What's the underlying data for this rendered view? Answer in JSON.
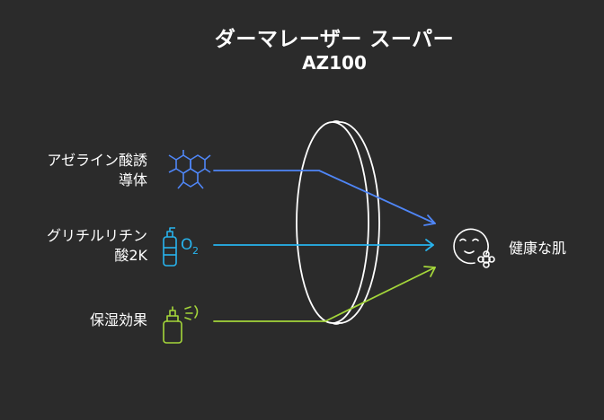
{
  "title": "ダーマレーザー スーパー",
  "subtitle": "AZ100",
  "inputs": [
    {
      "line1": "アゼライン酸誘",
      "line2": "導体",
      "icon": "molecule-icon",
      "color": "#4f86f7"
    },
    {
      "line1": "グリチルリチン",
      "line2": "酸2K",
      "icon": "oxygen-canister-icon",
      "color": "#27b4ee"
    },
    {
      "line1": "保湿効果",
      "line2": "",
      "icon": "spray-bottle-icon",
      "color": "#a4d63a"
    }
  ],
  "output": {
    "label": "健康な肌",
    "icon": "healthy-face-icon",
    "color": "#ffffff"
  },
  "icons": {
    "o2_text": "O",
    "o2_sub": "2"
  }
}
